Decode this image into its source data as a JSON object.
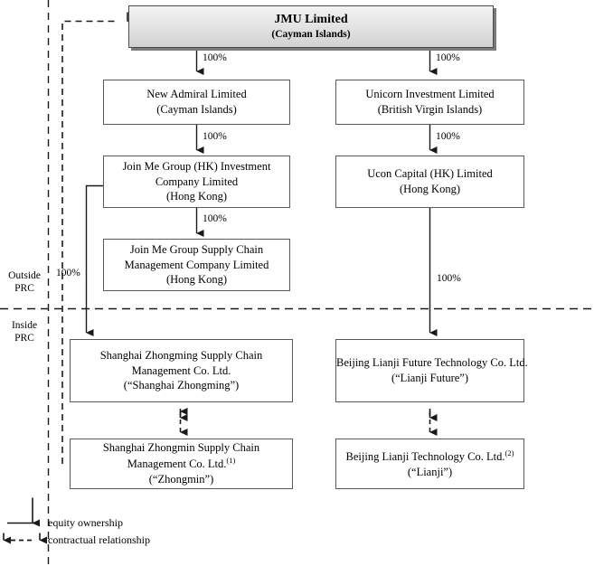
{
  "diagram": {
    "title": "JMU Limited corporate structure chart",
    "top_entity": {
      "name": "JMU Limited",
      "jurisdiction": "(Cayman Islands)"
    },
    "entities": [
      {
        "id": "new-admiral",
        "line1": "New Admiral Limited",
        "line2": "(Cayman Islands)",
        "line3": ""
      },
      {
        "id": "unicorn-investment",
        "line1": "Unicorn Investment Limited",
        "line2": "(British Virgin Islands)",
        "line3": ""
      },
      {
        "id": "join-me-group-hk-investment",
        "line1": "Join Me Group (HK) Investment",
        "line2": "Company Limited",
        "line3": "(Hong Kong)"
      },
      {
        "id": "ucon-capital-hk",
        "line1": "Ucon Capital (HK) Limited",
        "line2": "(Hong Kong)",
        "line3": ""
      },
      {
        "id": "join-me-group-supply-chain",
        "line1": "Join Me Group Supply Chain",
        "line2": "Management Company Limited",
        "line3": "(Hong Kong)"
      },
      {
        "id": "shanghai-zhongming",
        "line1": "Shanghai Zhongming Supply Chain",
        "line2": "Management Co. Ltd.",
        "line3": "(“Shanghai Zhongming”)"
      },
      {
        "id": "beijing-lianji-future",
        "line1": "Beijing Lianji Future Technology Co. Ltd.",
        "line2": "(“Lianji Future”)",
        "line3": ""
      },
      {
        "id": "shanghai-zhongmin",
        "line1": "Shanghai Zhongmin Supply Chain",
        "line2": "Management Co. Ltd.",
        "line2_sup": "(1)",
        "line3": "(“Zhongmin”)"
      },
      {
        "id": "beijing-lianji",
        "line1": "Beijing Lianji Technology Co. Ltd.",
        "line1_sup": "(2)",
        "line2": "(“Lianji”)",
        "line3": ""
      }
    ],
    "ownership_labels": {
      "jmu_to_new_admiral": "100%",
      "jmu_to_unicorn": "100%",
      "new_admiral_to_joinme_hk": "100%",
      "unicorn_to_ucon": "100%",
      "joinme_hk_to_joinme_supply": "100%",
      "joinme_hk_to_shanghai_zhongming": "100%",
      "ucon_to_lianji_future": "100%"
    },
    "zones": {
      "outside_line1": "Outside",
      "outside_line2": "PRC",
      "inside_line1": "Inside",
      "inside_line2": "PRC"
    },
    "legend": [
      {
        "id": "equity-ownership",
        "label": "equity ownership",
        "style": "solid"
      },
      {
        "id": "contractual-relationship",
        "label": "contractual relationship",
        "style": "dashed"
      }
    ],
    "colors": {
      "box_border": "#595959",
      "line": "#1a1a1a",
      "top_box_fill_start": "#f3f3f3",
      "top_box_fill_end": "#d2d2d2",
      "top_box_shadow": "#7a7a7a",
      "background": "#ffffff"
    }
  }
}
